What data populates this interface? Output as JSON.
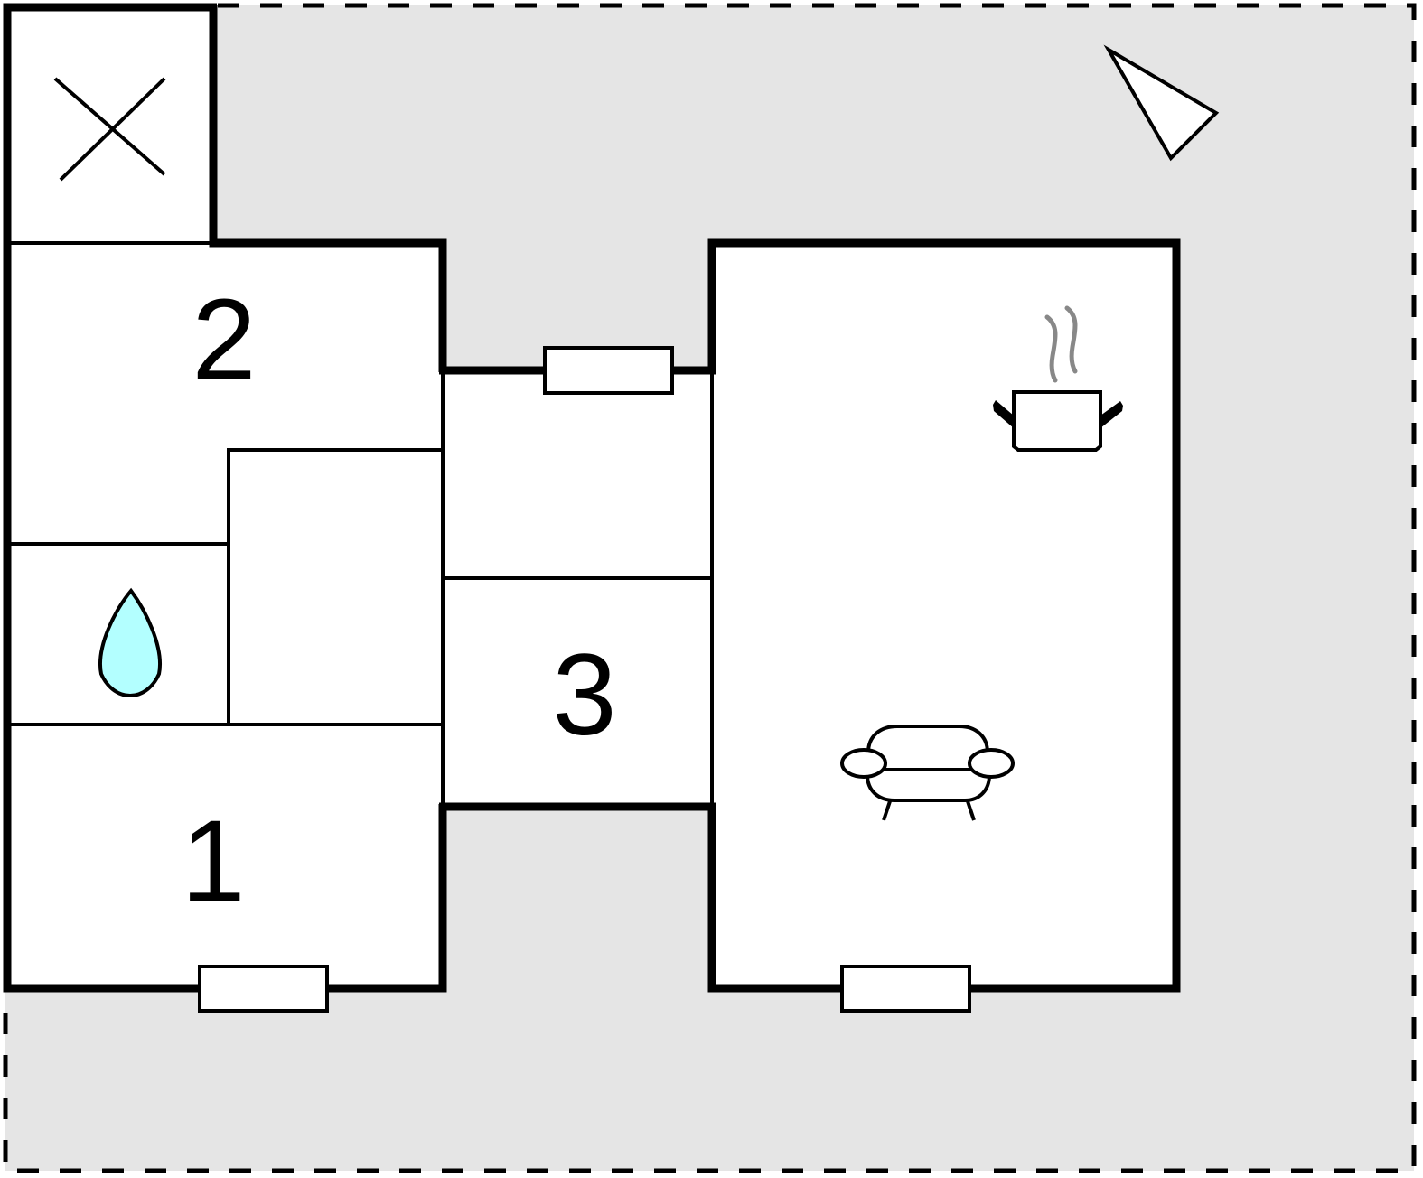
{
  "diagram": {
    "type": "floor-plan",
    "background_color": "#e5e5e5",
    "room_fill": "#ffffff",
    "wall_color": "#000000",
    "water_color": "#b3ffff",
    "steam_color": "#888888",
    "rooms": [
      {
        "id": "room-1",
        "label": "1"
      },
      {
        "id": "room-2",
        "label": "2"
      },
      {
        "id": "room-3",
        "label": "3"
      }
    ],
    "icons": [
      {
        "name": "void-cross-icon",
        "meaning": "void / open space"
      },
      {
        "name": "water-drop-icon",
        "meaning": "bathroom"
      },
      {
        "name": "cooking-pot-icon",
        "meaning": "kitchen"
      },
      {
        "name": "sofa-icon",
        "meaning": "living room"
      },
      {
        "name": "north-arrow-icon",
        "meaning": "orientation"
      }
    ],
    "windows": 3
  }
}
